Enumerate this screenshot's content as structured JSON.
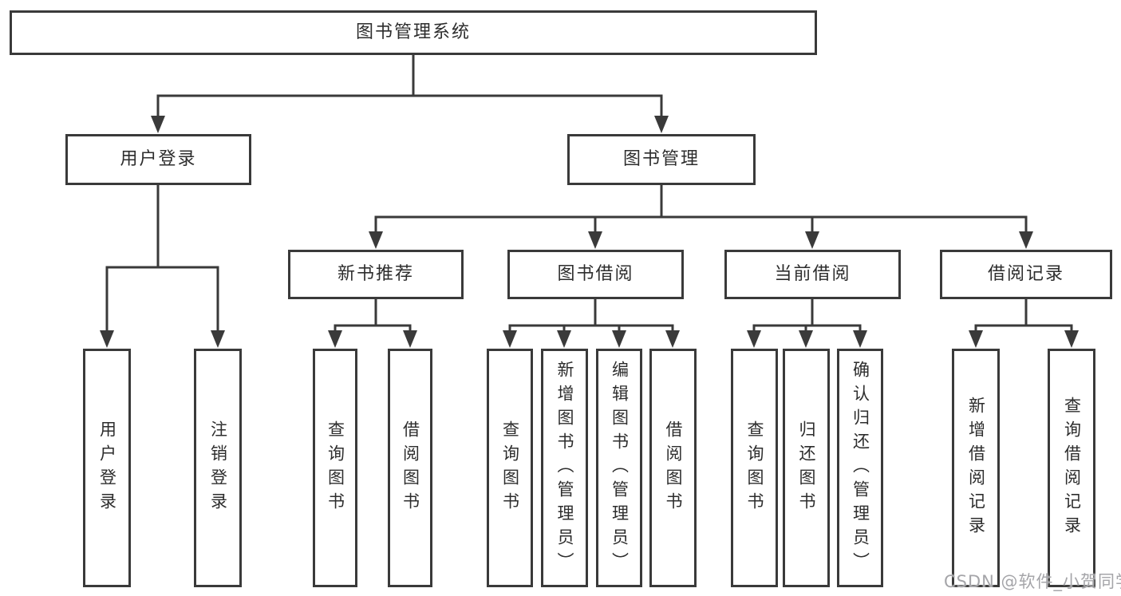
{
  "tree": {
    "root": {
      "label": "图书管理系统",
      "children": [
        {
          "label": "用户登录",
          "children": [
            {
              "label": "用户登录"
            },
            {
              "label": "注销登录"
            }
          ]
        },
        {
          "label": "图书管理",
          "children": [
            {
              "label": "新书推荐",
              "children": [
                {
                  "label": "查询图书"
                },
                {
                  "label": "借阅图书"
                }
              ]
            },
            {
              "label": "图书借阅",
              "children": [
                {
                  "label": "查询图书"
                },
                {
                  "label": "新增图书（管理员）"
                },
                {
                  "label": "编辑图书（管理员）"
                },
                {
                  "label": "借阅图书"
                }
              ]
            },
            {
              "label": "当前借阅",
              "children": [
                {
                  "label": "查询图书"
                },
                {
                  "label": "归还图书"
                },
                {
                  "label": "确认归还（管理员）"
                }
              ]
            },
            {
              "label": "借阅记录",
              "children": [
                {
                  "label": "新增借阅记录"
                },
                {
                  "label": "查询借阅记录"
                }
              ]
            }
          ]
        }
      ]
    }
  },
  "watermark": {
    "text": "CSDN @软件_小贺同学"
  },
  "colors": {
    "line": "#3a3a3a",
    "node_text": "#2d2d2d",
    "background": "#ffffff",
    "watermark_text": "#a5a5a9"
  }
}
